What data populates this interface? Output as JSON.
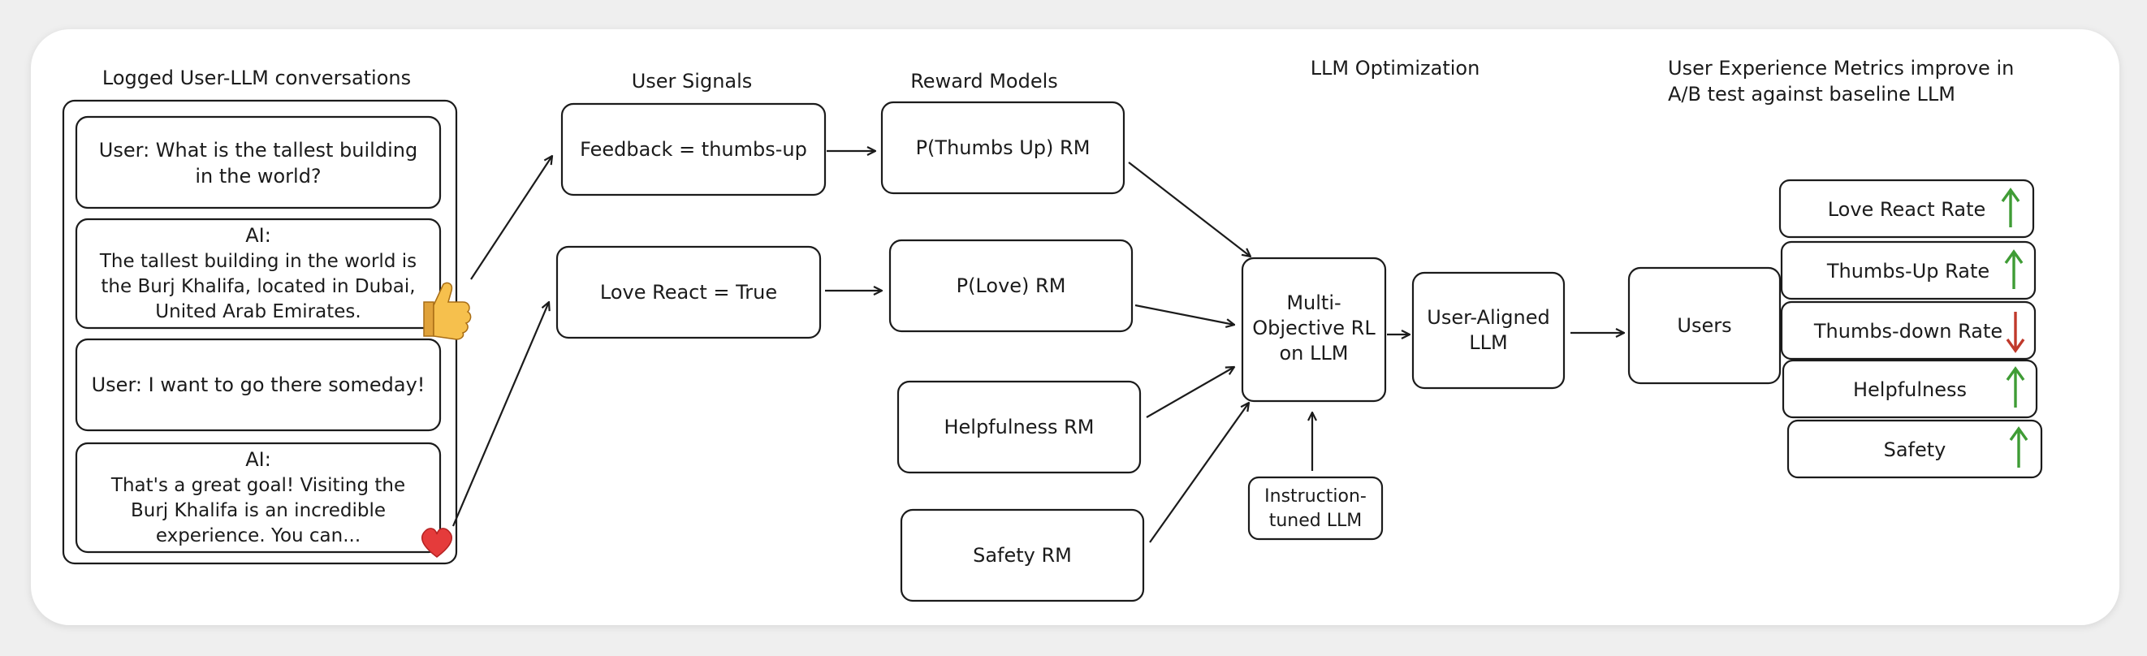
{
  "headers": {
    "conversations": "Logged User-LLM conversations",
    "signals": "User Signals",
    "reward_models": "Reward Models",
    "optimization": "LLM Optimization",
    "metrics_line1": "User Experience Metrics improve in",
    "metrics_line2": "A/B test against baseline LLM"
  },
  "conversation": {
    "msg1": [
      "User: What is the tallest building",
      "in the world?"
    ],
    "msg2": [
      "AI:",
      "The tallest building in the world is",
      "the Burj Khalifa, located in Dubai,",
      "United Arab Emirates."
    ],
    "msg3": [
      "User: I want to go there someday!"
    ],
    "msg4": [
      "AI:",
      "That's a great goal! Visiting the",
      "Burj Khalifa is an incredible",
      "experience. You can..."
    ]
  },
  "signals": {
    "thumbs": "Feedback = thumbs-up",
    "love": "Love React = True"
  },
  "rms": {
    "thumbs": "P(Thumbs Up) RM",
    "love": "P(Love) RM",
    "helpfulness": "Helpfulness RM",
    "safety": "Safety RM"
  },
  "rl": [
    "Multi-",
    "Objective RL",
    "on LLM"
  ],
  "instruct": [
    "Instruction-",
    "tuned LLM"
  ],
  "aligned": [
    "User-Aligned",
    "LLM"
  ],
  "users": "Users",
  "metrics": [
    {
      "label": "Love React Rate",
      "trend": "up"
    },
    {
      "label": "Thumbs-Up Rate",
      "trend": "up"
    },
    {
      "label": "Thumbs-down Rate",
      "trend": "down"
    },
    {
      "label": "Helpfulness",
      "trend": "up"
    },
    {
      "label": "Safety",
      "trend": "up"
    }
  ],
  "icons": {
    "thumbs": "thumbs-up-icon",
    "love": "heart-icon"
  },
  "colors": {
    "up": "#3f9c35",
    "down": "#c0392b"
  }
}
